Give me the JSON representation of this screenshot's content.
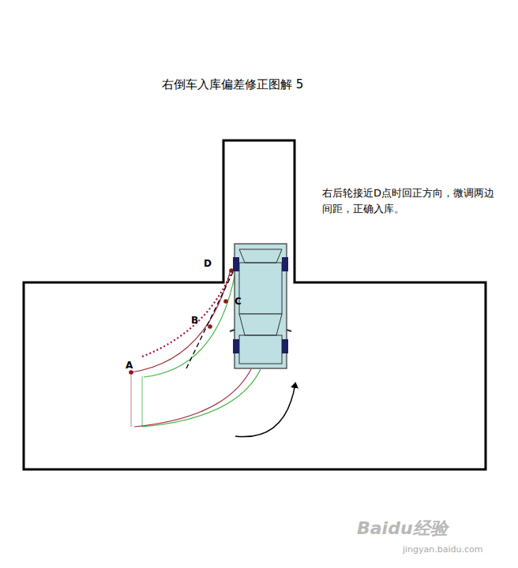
{
  "diagram": {
    "title": "右倒车入库偏差修正图解 5",
    "labels": [
      "右后轮接近D点时回正方向，微调两边间距，正确入库。",
      "D",
      "A",
      "B",
      "C",
      "Baidu经验",
      "jingyan.baidu.com"
    ]
  }
}
